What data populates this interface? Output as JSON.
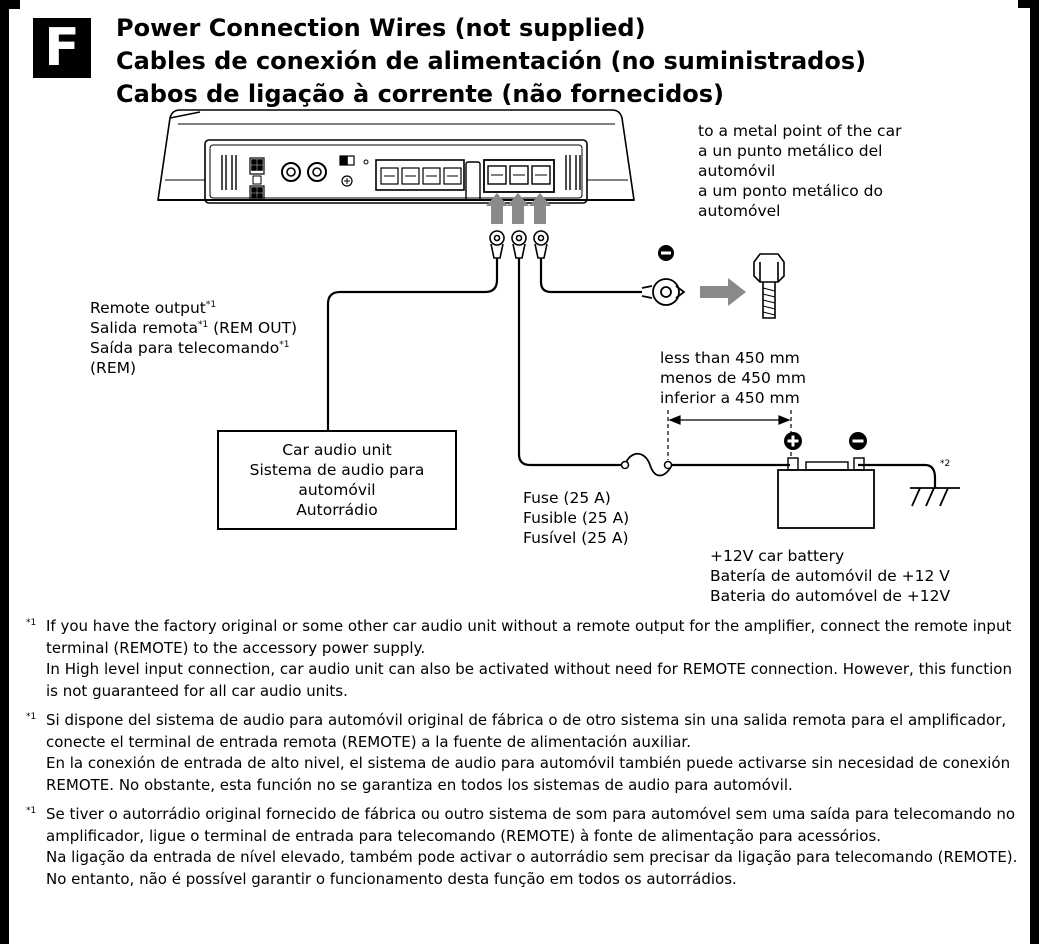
{
  "badge": "F",
  "title": {
    "en": "Power Connection Wires (not supplied)",
    "es": "Cables de conexión de alimentación (no suministrados)",
    "pt": "Cabos de ligação à corrente (não fornecidos)"
  },
  "labels": {
    "metal_point": [
      "to a metal point of the car",
      "a un punto metálico del",
      "automóvil",
      "a um ponto metálico do",
      "automóvel"
    ],
    "remote_output": [
      "Remote output",
      "Salida remota",
      " (REM OUT)",
      "Saída para telecomando",
      "(REM)"
    ],
    "footnote_mark": "*1",
    "ground_mark": "*2",
    "distance": [
      "less than 450 mm",
      "menos de 450 mm",
      "inferior a 450 mm"
    ],
    "car_audio": [
      "Car audio unit",
      "Sistema de audio para",
      "automóvil",
      "Autorrádio"
    ],
    "fuse": [
      "Fuse (25 A)",
      "Fusible (25 A)",
      "Fusível (25 A)"
    ],
    "battery": [
      "+12V car battery",
      "Batería de automóvil de +12 V",
      "Bateria do automóvel de +12V"
    ]
  },
  "notes": {
    "en": {
      "mark": "*1",
      "p1": "If you have the factory original or some other car audio unit without a remote output for the amplifier, connect the remote input terminal (REMOTE) to the accessory power supply.",
      "p2": "In High level input connection, car audio unit can also be activated without need for REMOTE connection. However, this function is not guaranteed for all car audio units."
    },
    "es": {
      "mark": "*1",
      "p1": "Si dispone del sistema de audio para automóvil original de fábrica o de otro sistema sin una salida remota para el amplificador, conecte el terminal de entrada remota (REMOTE) a la fuente de alimentación auxiliar.",
      "p2": "En la conexión de entrada de alto nivel, el sistema de audio para automóvil también puede activarse sin necesidad de conexión REMOTE. No obstante, esta función no se garantiza en todos los sistemas de audio para automóvil."
    },
    "pt": {
      "mark": "*1",
      "p1": "Se tiver o autorrádio original fornecido de fábrica ou outro sistema de som para automóvel sem uma saída para telecomando no amplificador, ligue o terminal de entrada para telecomando (REMOTE) à fonte de alimentação para acessórios.",
      "p2": "Na ligação da entrada de nível elevado, também pode activar o autorrádio sem precisar da ligação para telecomando (REMOTE). No entanto, não é possível garantir o funcionamento desta função em todos os autorrádios."
    }
  }
}
